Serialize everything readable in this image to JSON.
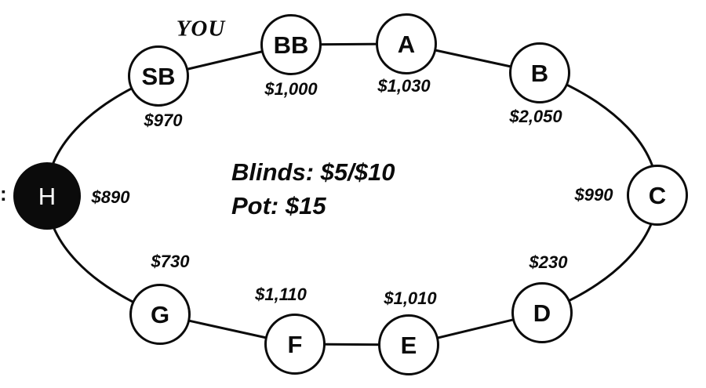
{
  "colors": {
    "ink": "#0b0b0b",
    "paper": "#ffffff"
  },
  "you_label": "YOU",
  "center_info": {
    "blinds": "Blinds: $5/$10",
    "pot": "Pot: $15"
  },
  "artifact": ":",
  "seats": [
    {
      "label": "SB",
      "stack": "$970"
    },
    {
      "label": "BB",
      "stack": "$1,000"
    },
    {
      "label": "A",
      "stack": "$1,030"
    },
    {
      "label": "B",
      "stack": "$2,050"
    },
    {
      "label": "C",
      "stack": "$990"
    },
    {
      "label": "D",
      "stack": "$230"
    },
    {
      "label": "E",
      "stack": "$1,010"
    },
    {
      "label": "F",
      "stack": "$1,110"
    },
    {
      "label": "G",
      "stack": "$730"
    },
    {
      "label": "H",
      "stack": "$890"
    }
  ]
}
